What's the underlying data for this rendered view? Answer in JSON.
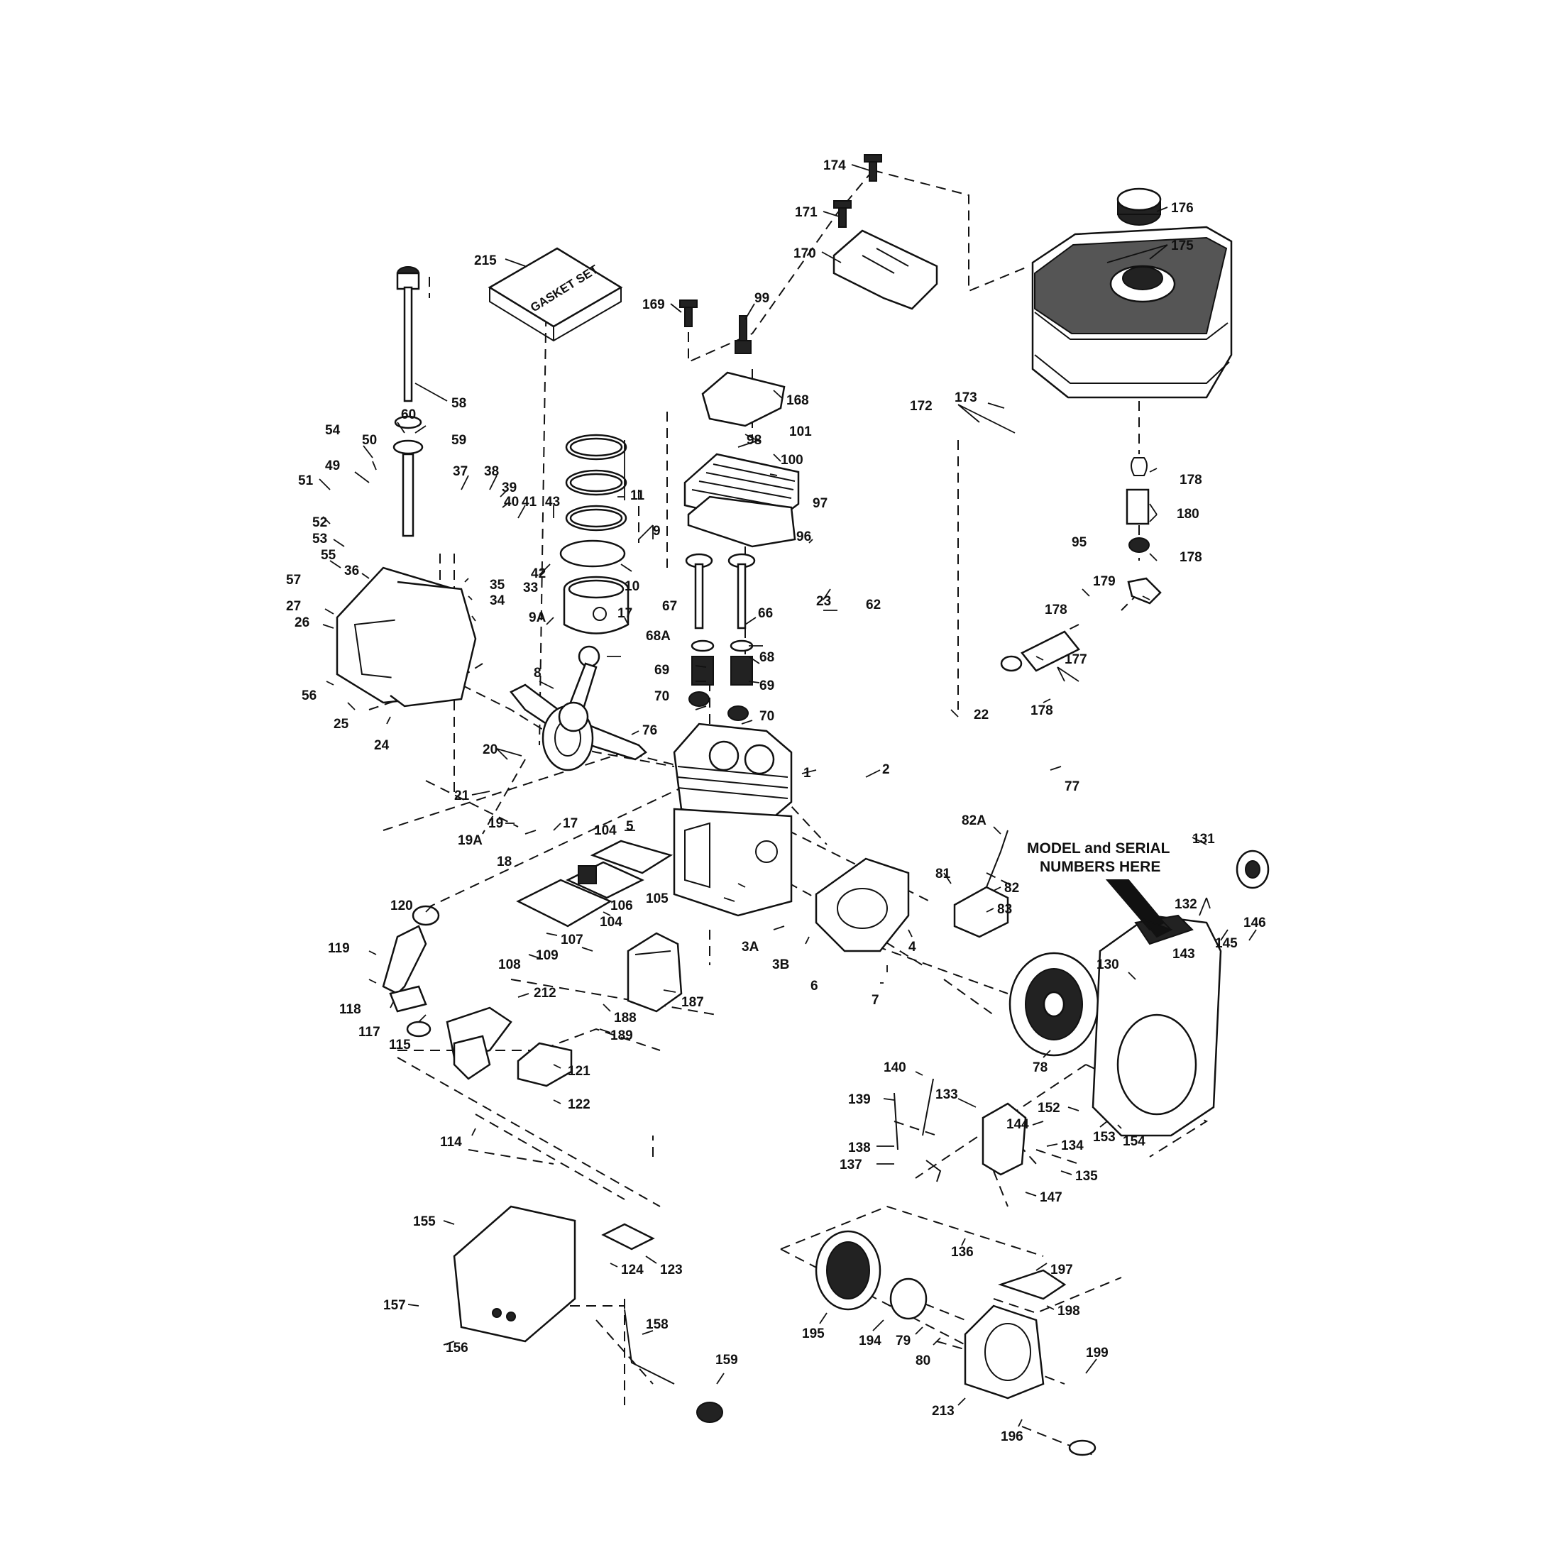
{
  "diagram": {
    "labels": {
      "p174": "174",
      "p171": "171",
      "p176": "176",
      "p175": "175",
      "p215": "215",
      "p170": "170",
      "p169": "169",
      "p99": "99",
      "p58": "58",
      "p168": "168",
      "p172": "172",
      "p173": "173",
      "p59": "59",
      "p60": "60",
      "p54": "54",
      "p50": "50",
      "p49": "49",
      "p51": "51",
      "p37": "37",
      "p38": "38",
      "p39": "39",
      "p40": "40",
      "p41": "41",
      "p43": "43",
      "p11": "11",
      "p98": "98",
      "p101": "101",
      "p100": "100",
      "p97": "97",
      "p178a": "178",
      "p180": "180",
      "p178b": "178",
      "p52": "52",
      "p53": "53",
      "p55": "55",
      "p36": "36",
      "p57": "57",
      "p27": "27",
      "p26": "26",
      "p35": "35",
      "p33": "33",
      "p34": "34",
      "p42": "42",
      "p9": "9",
      "p96": "96",
      "p95": "95",
      "p179": "179",
      "p178c": "178",
      "p10": "10",
      "p9A": "9A",
      "p67": "67",
      "p66": "66",
      "p23": "23",
      "p62": "62",
      "p68A": "68A",
      "p69a": "69",
      "p68": "68",
      "p69b": "69",
      "p70a": "70",
      "p70b": "70",
      "p17a": "17",
      "p8": "8",
      "p56": "56",
      "p25": "25",
      "p24": "24",
      "p177": "177",
      "p178d": "178",
      "p22": "22",
      "p20": "20",
      "p76": "76",
      "p1": "1",
      "p2": "2",
      "p21": "21",
      "p77": "77",
      "p19": "19",
      "p17b": "17",
      "p104a": "104",
      "p5": "5",
      "p19A": "19A",
      "p18": "18",
      "p82A": "82A",
      "p131": "131",
      "p81": "81",
      "p82": "82",
      "p83": "83",
      "p106": "106",
      "p105": "105",
      "p120": "120",
      "p104b": "104",
      "p132": "132",
      "p143": "143",
      "p146": "146",
      "p145": "145",
      "p3A": "3A",
      "p3B": "3B",
      "p4": "4",
      "p6": "6",
      "p7": "7",
      "p107": "107",
      "p109": "109",
      "p108": "108",
      "p119": "119",
      "p187": "187",
      "p130": "130",
      "p118": "118",
      "p212": "212",
      "p188": "188",
      "p117": "117",
      "p115": "115",
      "p189": "189",
      "p78": "78",
      "p121": "121",
      "p140": "140",
      "p139": "139",
      "p133": "133",
      "p122": "122",
      "p152": "152",
      "p144": "144",
      "p153": "153",
      "p154": "154",
      "p114": "114",
      "p138": "138",
      "p134": "134",
      "p137": "137",
      "p135": "135",
      "p147": "147",
      "p155": "155",
      "p136": "136",
      "p124": "124",
      "p123": "123",
      "p197": "197",
      "p157": "157",
      "p198": "198",
      "p158": "158",
      "p156": "156",
      "p195": "195",
      "p194": "194",
      "p79": "79",
      "p80": "80",
      "p199": "199",
      "p159": "159",
      "p213": "213",
      "p196": "196"
    },
    "notes": {
      "model_line1": "MODEL and SERIAL",
      "model_line2": "NUMBERS HERE",
      "gasket_set": "GASKET SET"
    }
  }
}
